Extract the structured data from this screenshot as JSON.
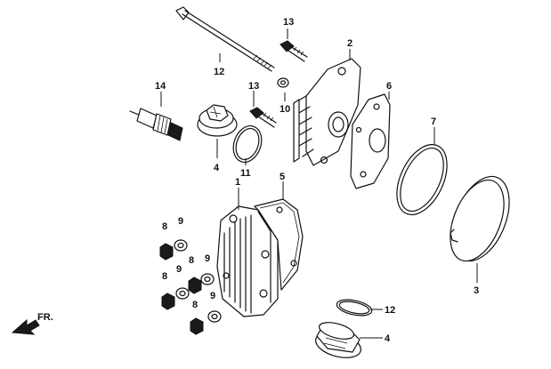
{
  "callouts": {
    "c1": "1",
    "c2": "2",
    "c3": "3",
    "c4a": "4",
    "c4b": "4",
    "c5": "5",
    "c6": "6",
    "c7": "7",
    "c8a": "8",
    "c8b": "8",
    "c8c": "8",
    "c8d": "8",
    "c9a": "9",
    "c9b": "9",
    "c9c": "9",
    "c9d": "9",
    "c10": "10",
    "c11": "11",
    "c12a": "12",
    "c12b": "12",
    "c13a": "13",
    "c13b": "13",
    "c14": "14"
  },
  "direction": {
    "label": "FR."
  }
}
